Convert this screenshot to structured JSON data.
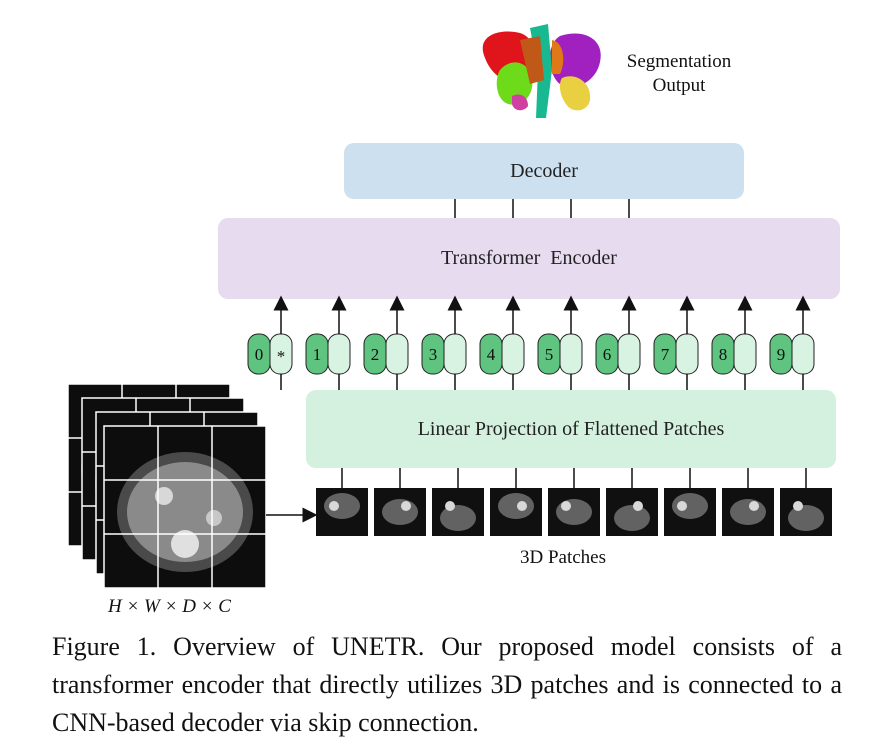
{
  "labels": {
    "segmentation_output": "Segmentation Output",
    "decoder": "Decoder",
    "transformer_encoder": "Transformer  Encoder",
    "linear_projection": "Linear Projection of Flattened Patches",
    "patches": "3D Patches",
    "dims": "H × W × D × C"
  },
  "tokens": [
    {
      "id": "0",
      "second": "*"
    },
    {
      "id": "1",
      "second": ""
    },
    {
      "id": "2",
      "second": ""
    },
    {
      "id": "3",
      "second": ""
    },
    {
      "id": "4",
      "second": ""
    },
    {
      "id": "5",
      "second": ""
    },
    {
      "id": "6",
      "second": ""
    },
    {
      "id": "7",
      "second": ""
    },
    {
      "id": "8",
      "second": ""
    },
    {
      "id": "9",
      "second": ""
    }
  ],
  "caption": "Figure 1. Overview of UNETR. Our proposed model consists of a transformer encoder that directly utilizes 3D patches and is connected to a CNN-based decoder via skip connection.",
  "colors": {
    "token_dark": "#5ec47f",
    "token_light": "#d8f3e1",
    "decoder": "#cce0f0",
    "encoder": "#e7dbef",
    "projection": "#d4f0de"
  }
}
